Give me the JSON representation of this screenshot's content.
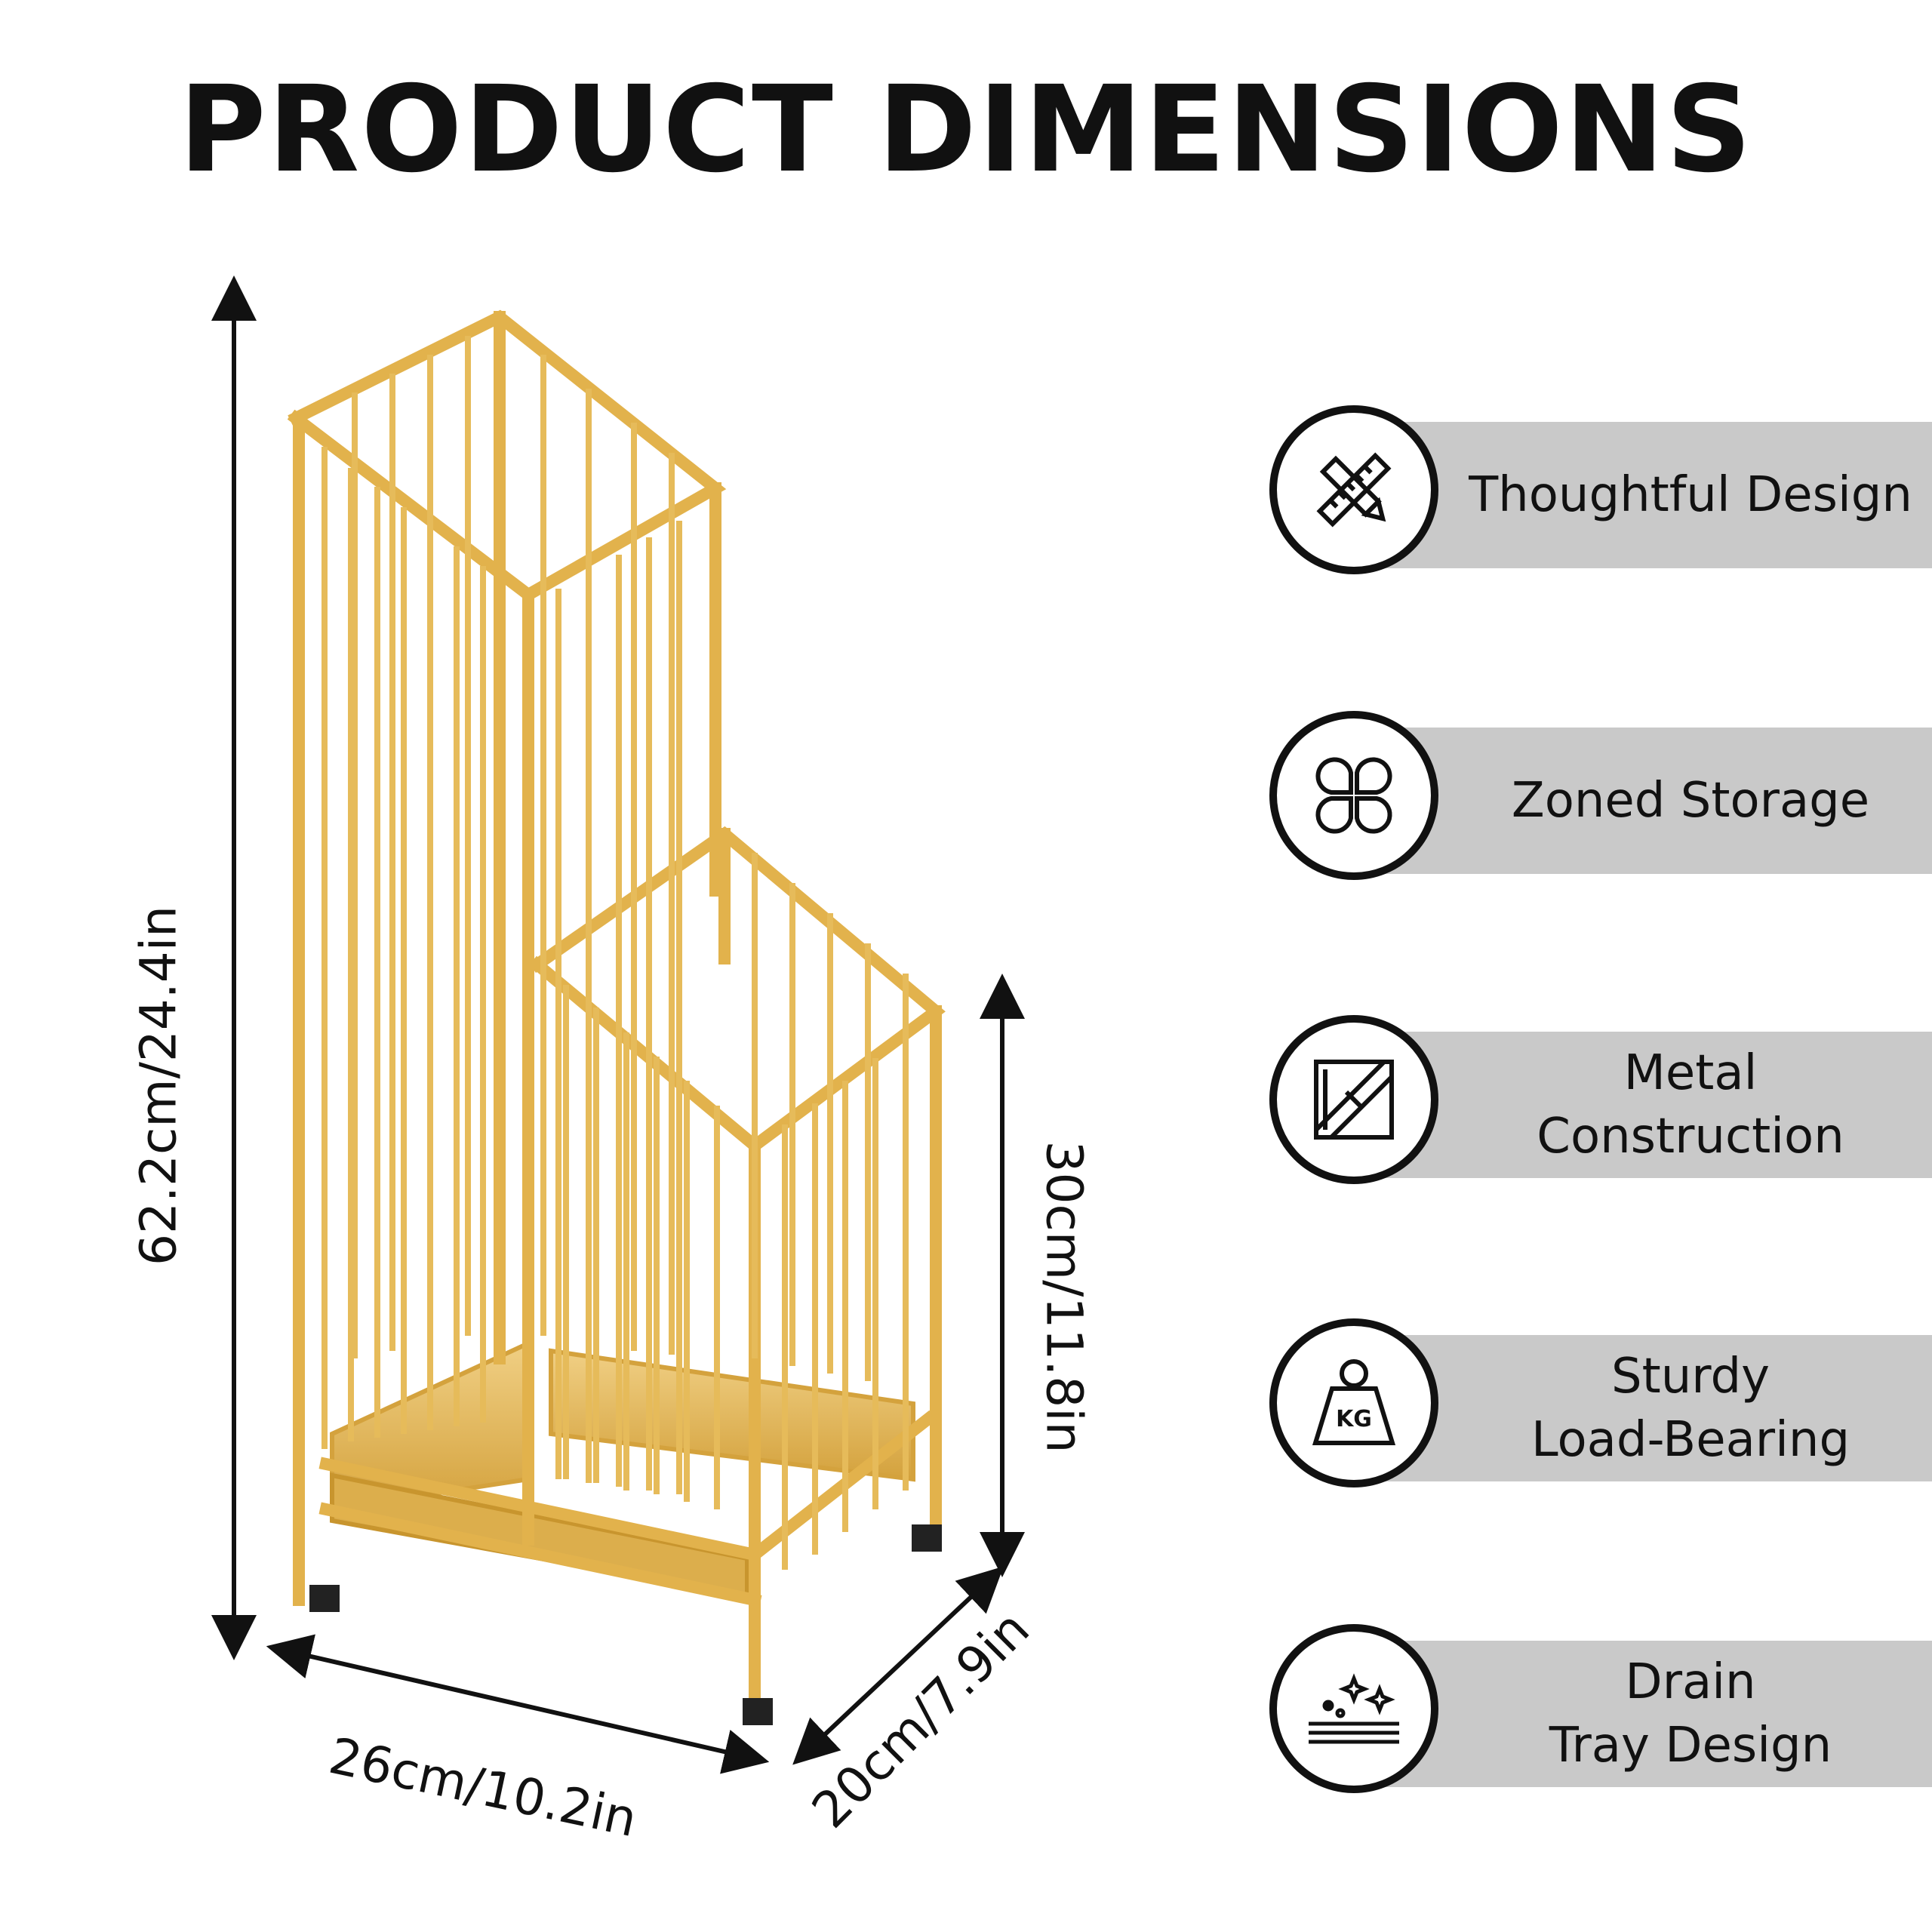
{
  "title": "PRODUCT DIMENSIONS",
  "dimensions": {
    "height_total": "62.2cm/24.4in",
    "height_lower": "30cm/11.8in",
    "width": "26cm/10.2in",
    "depth": "20cm/7.9in"
  },
  "features": [
    {
      "icon": "ruler-pencil-icon",
      "lines": [
        "Thoughtful Design"
      ]
    },
    {
      "icon": "four-leaf-icon",
      "lines": [
        "Zoned Storage"
      ]
    },
    {
      "icon": "metal-panel-icon",
      "lines": [
        "Metal",
        "Construction"
      ]
    },
    {
      "icon": "kg-weight-icon",
      "icon_text": "KG",
      "lines": [
        "Sturdy",
        "Load-Bearing"
      ]
    },
    {
      "icon": "sparkle-tray-icon",
      "lines": [
        "Drain",
        "Tray Design"
      ]
    }
  ],
  "colors": {
    "gold": "#e2b24c",
    "gold_dark": "#c8952e",
    "bar": "#c9c9c9"
  }
}
